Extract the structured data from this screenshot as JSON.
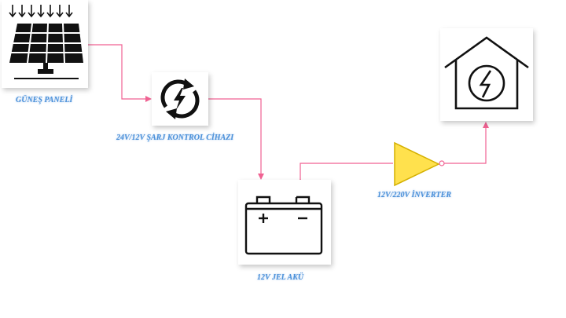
{
  "colors": {
    "connector": "#f06292",
    "label": "#4a90d9",
    "icon": "#111111",
    "inverter_fill": "#ffe14d",
    "inverter_stroke": "#d4b000"
  },
  "nodes": {
    "solar_panel": {
      "label": "GÜNEŞ PANELİ",
      "icon": "solar-panel-icon"
    },
    "charge_controller": {
      "label": "24V/12V ŞARJ KONTROL CİHAZI",
      "icon": "recycle-charge-icon"
    },
    "battery": {
      "label": "12V JEL AKÜ",
      "icon": "battery-icon"
    },
    "inverter": {
      "label": "12V/220V İNVERTER",
      "icon": "amplifier-triangle-icon"
    },
    "house": {
      "label": "",
      "icon": "house-power-icon"
    }
  }
}
